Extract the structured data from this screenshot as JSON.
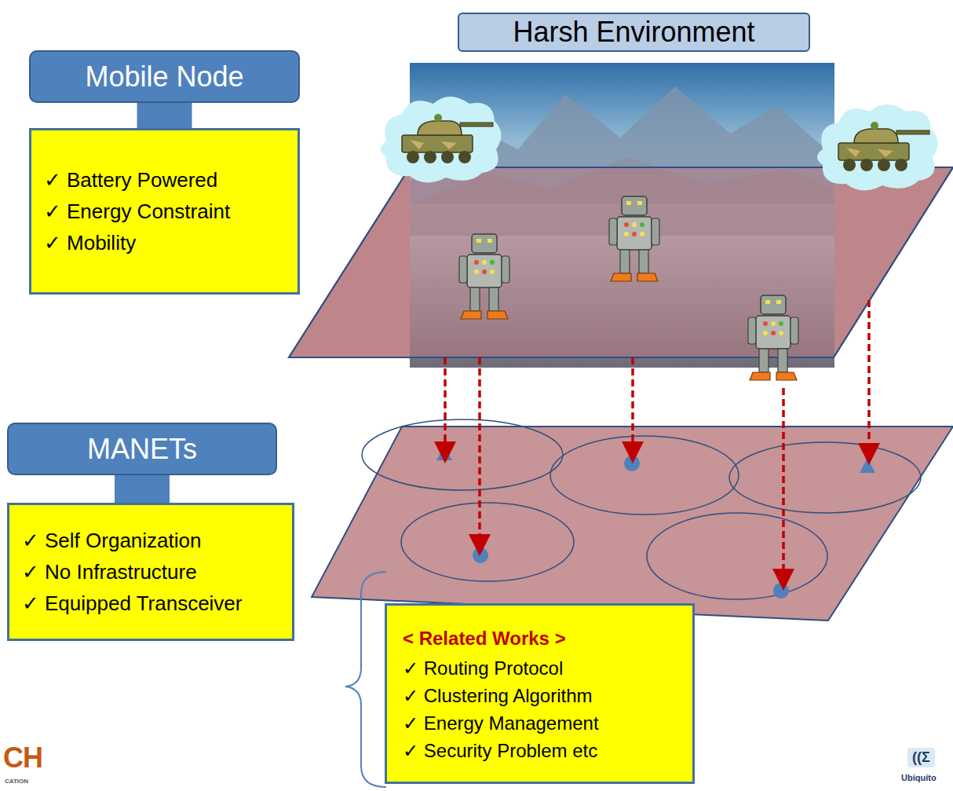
{
  "diagram": {
    "nodes": [
      {
        "text": [
          "Mobile Node"
        ]
      },
      {
        "text": [
          "✓ Battery Powered",
          "✓ Energy Constraint",
          "✓ Mobility"
        ]
      },
      {
        "text": [
          "Harsh Environment"
        ]
      },
      {
        "text": [
          "MANETs"
        ]
      },
      {
        "text": [
          "✓ Self Organization",
          "✓ No Infrastructure",
          "✓ Equipped Transceiver"
        ]
      },
      {
        "text": [
          "< Related Works >",
          "✓ Routing Protocol",
          "✓ Clustering Algorithm",
          "✓ Energy Management",
          "✓ Security Problem etc"
        ]
      }
    ],
    "edges": [
      {
        "from": 0,
        "to": 1,
        "arrow": "none"
      },
      {
        "from": 3,
        "to": 4,
        "arrow": "none"
      }
    ],
    "labels": [
      "CH",
      "CATION",
      "((Σ",
      "Ubiquito"
    ]
  }
}
